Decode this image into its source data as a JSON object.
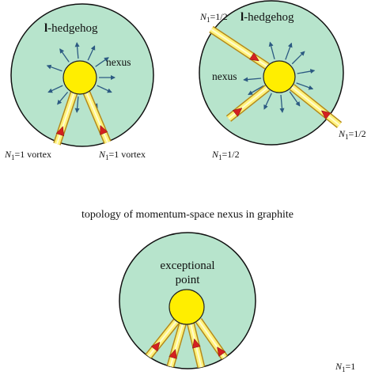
{
  "caption": "topology of momentum-space nexus in graphite",
  "panels": [
    {
      "id": "left",
      "title_bold": "l",
      "title_rest": "-hedgehog",
      "nexus_label": "nexus",
      "vortex_labels": [
        {
          "prefix": "N",
          "subscript": "1",
          "value": "=1 vortex"
        },
        {
          "prefix": "N",
          "subscript": "1",
          "value": "=1 vortex"
        }
      ]
    },
    {
      "id": "right",
      "title_bold": "l",
      "title_rest": "-hedgehog",
      "nexus_label": "nexus",
      "vortex_labels": [
        {
          "prefix": "N",
          "subscript": "1",
          "value": "=1/2"
        },
        {
          "prefix": "N",
          "subscript": "1",
          "value": "=1/2"
        },
        {
          "prefix": "N",
          "subscript": "1",
          "value": "=1/2"
        }
      ]
    },
    {
      "id": "bottom",
      "point_label_line1": "exceptional",
      "point_label_line2": "point",
      "vortex_labels": [
        {
          "prefix": "N",
          "subscript": "1",
          "value": "=1"
        }
      ]
    }
  ],
  "colors": {
    "disk_fill": "#b7e4cc",
    "disk_stroke": "#111111",
    "nexus_fill": "#ffee00",
    "nexus_stroke": "#222222",
    "tube_fill": "#fff27a",
    "tube_edge": "#b58a1a",
    "tube_arrow": "#d42020",
    "hedgehog_arrow": "#2c5a82"
  }
}
